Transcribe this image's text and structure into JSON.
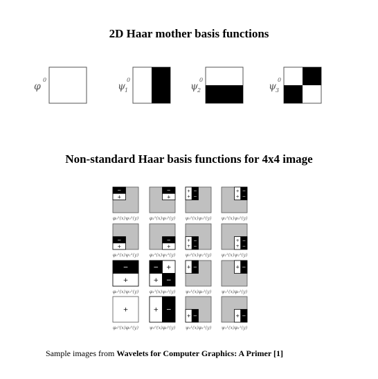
{
  "title1": "2D Haar mother basis functions",
  "title2": "Non-standard Haar basis functions for 4x4 image",
  "caption": {
    "prefix": "Sample images from ",
    "book": "Wavelets for Computer Graphics: A Primer [1]"
  },
  "mother": [
    {
      "symbol": "φ",
      "sub": "",
      "sup": "0",
      "pattern": "blank"
    },
    {
      "symbol": "ψ",
      "sub": "1",
      "sup": "0",
      "pattern": "right-black"
    },
    {
      "symbol": "ψ",
      "sub": "2",
      "sup": "0",
      "pattern": "bottom-black"
    },
    {
      "symbol": "ψ",
      "sub": "3",
      "sup": "0",
      "pattern": "checker"
    }
  ],
  "grid_labels": [
    [
      "φ₀²(x)ψ₀²(y)",
      "φ₁²(x)ψ₀²(y)",
      "ψ₀²(x)ψ₀²(y)",
      "ψ₁²(x)ψ₀²(y)"
    ],
    [
      "φ₀²(x)ψ₁²(y)",
      "φ₁²(x)ψ₁²(y)",
      "ψ₀²(x)ψ₁²(y)",
      "ψ₁²(x)ψ₁²(y)"
    ],
    [
      "φ₀¹(x)ψ₀¹(y)",
      "φ₁¹(x)ψ₀¹(y)",
      "ψ₀¹(x)φ₀¹(y)",
      "ψ₁¹(x)φ₀¹(y)"
    ],
    [
      "φ₀⁰(x)φ₀⁰(y)",
      "ψ₀⁰(x)φ₀⁰(y)",
      "ψ₀¹(x)φ₁¹(y)",
      "ψ₁¹(x)φ₁¹(y)"
    ]
  ],
  "signs": {
    "plus": "+",
    "minus": "−"
  },
  "colors": {
    "black": "#000000",
    "gray": "#c0c0c0",
    "white": "#ffffff"
  }
}
